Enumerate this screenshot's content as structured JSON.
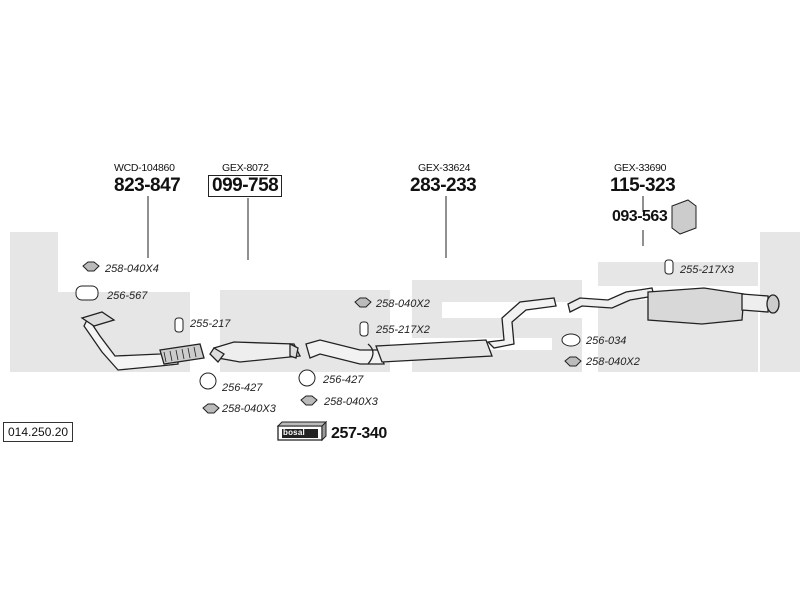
{
  "diagram": {
    "watermark": "bosal",
    "catalog_code": "014.250.20",
    "groups": [
      {
        "ref": "WCD-104860",
        "part": "823-847",
        "boxed": false
      },
      {
        "ref": "GEX-8072",
        "part": "099-758",
        "boxed": true
      },
      {
        "ref": "GEX-33624",
        "part": "283-233",
        "boxed": false
      },
      {
        "ref": "GEX-33690",
        "part": "115-323",
        "boxed": false
      }
    ],
    "mount_part": "093-563",
    "accessory": {
      "logo": "bosal",
      "part": "257-340"
    },
    "small_parts": [
      "258-040X4",
      "256-567",
      "255-217",
      "256-427",
      "258-040X3",
      "256-427",
      "258-040X3",
      "258-040X2",
      "255-217X2",
      "255-217X3",
      "256-034",
      "258-040X2"
    ]
  }
}
